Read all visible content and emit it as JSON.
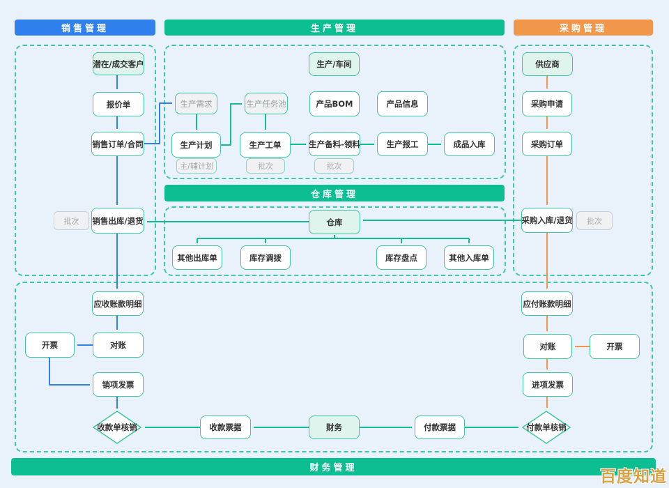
{
  "colors": {
    "background": "#e9f1fb",
    "sales_blue": "#2f80ed",
    "main_green": "#0cbe92",
    "purchase_orange": "#f0964a",
    "node_border_green": "#3ec6a0",
    "entity_fill": "#def4ec",
    "tag_fill": "#eff1f2",
    "node_text": "#333333",
    "watermark_gold": "#d7a246"
  },
  "headers": {
    "sales": "销售管理",
    "production": "生产管理",
    "purchase": "采购管理",
    "warehouse": "仓库管理",
    "finance": "财务管理"
  },
  "nodes": {
    "customer": "潜在/成交客户",
    "quotation": "报价单",
    "sales_order": "销售订单/合同",
    "batch": "批次",
    "sales_outbound": "销售出库/退货",
    "ar_detail": "应收账款明细",
    "invoice": "开票",
    "reconcile": "对账",
    "sales_invoice": "销项发票",
    "receipt_verify": "收款单核销",
    "receipt_bill": "收款票据",
    "finance": "财务",
    "payment_bill": "付款票据",
    "payment_verify": "付款单核销",
    "workshop": "生产/车间",
    "prod_demand": "生产需求",
    "task_pool": "生产任务池",
    "bom": "产品BOM",
    "product_info": "产品信息",
    "prod_plan": "生产计划",
    "work_order": "生产工单",
    "material": "生产备料-领料",
    "prod_report": "生产报工",
    "finished_in": "成品入库",
    "main_aux_plan": "主/辅计划",
    "warehouse": "仓库",
    "other_out": "其他出库单",
    "transfer": "库存调拨",
    "stocktake": "库存盘点",
    "other_in": "其他入库单",
    "supplier": "供应商",
    "purchase_request": "采购申请",
    "purchase_order": "采购订单",
    "purchase_inbound": "采购入库/退货",
    "ap_detail": "应付账款明细",
    "purchase_invoice": "进项发票"
  },
  "edges": [
    {
      "from": "customer",
      "to": "quotation",
      "color": "blue"
    },
    {
      "from": "quotation",
      "to": "sales_order",
      "color": "blue"
    },
    {
      "from": "sales_order",
      "to": "prod_demand",
      "color": "blue"
    },
    {
      "from": "sales_order",
      "to": "sales_outbound",
      "color": "blue"
    },
    {
      "from": "sales_outbound",
      "to": "ar_detail",
      "color": "blue"
    },
    {
      "from": "ar_detail",
      "to": "reconcile",
      "color": "blue"
    },
    {
      "from": "reconcile",
      "to": "invoice",
      "color": "blue"
    },
    {
      "from": "invoice",
      "to": "sales_invoice",
      "color": "blue"
    },
    {
      "from": "sales_invoice",
      "to": "receipt_verify",
      "color": "blue"
    },
    {
      "from": "prod_demand",
      "to": "prod_plan",
      "color": "green"
    },
    {
      "from": "prod_plan",
      "to": "task_pool",
      "color": "green"
    },
    {
      "from": "task_pool",
      "to": "work_order",
      "color": "green"
    },
    {
      "from": "work_order",
      "to": "material",
      "color": "green"
    },
    {
      "from": "material",
      "to": "prod_report",
      "color": "green"
    },
    {
      "from": "prod_report",
      "to": "finished_in",
      "color": "green"
    },
    {
      "from": "purchase_inbound",
      "to": "warehouse",
      "color": "green"
    },
    {
      "from": "warehouse",
      "to": "sales_outbound",
      "color": "green"
    },
    {
      "from": "warehouse",
      "to": "other_out",
      "color": "green"
    },
    {
      "from": "warehouse",
      "to": "transfer",
      "color": "green"
    },
    {
      "from": "warehouse",
      "to": "stocktake",
      "color": "green"
    },
    {
      "from": "warehouse",
      "to": "other_in",
      "color": "green"
    },
    {
      "from": "finance",
      "to": "receipt_bill",
      "color": "green"
    },
    {
      "from": "receipt_bill",
      "to": "receipt_verify",
      "color": "green"
    },
    {
      "from": "finance",
      "to": "payment_bill",
      "color": "green"
    },
    {
      "from": "payment_bill",
      "to": "payment_verify",
      "color": "green"
    },
    {
      "from": "supplier",
      "to": "purchase_request",
      "color": "orange"
    },
    {
      "from": "purchase_request",
      "to": "purchase_order",
      "color": "orange"
    },
    {
      "from": "purchase_order",
      "to": "purchase_inbound",
      "color": "orange"
    },
    {
      "from": "purchase_inbound",
      "to": "ap_detail",
      "color": "orange"
    },
    {
      "from": "ap_detail",
      "to": "reconcile",
      "color": "orange"
    },
    {
      "from": "invoice",
      "to": "reconcile",
      "color": "orange"
    },
    {
      "from": "reconcile",
      "to": "purchase_invoice",
      "color": "orange"
    },
    {
      "from": "purchase_invoice",
      "to": "payment_verify",
      "color": "orange"
    }
  ],
  "watermark": "百度知道"
}
